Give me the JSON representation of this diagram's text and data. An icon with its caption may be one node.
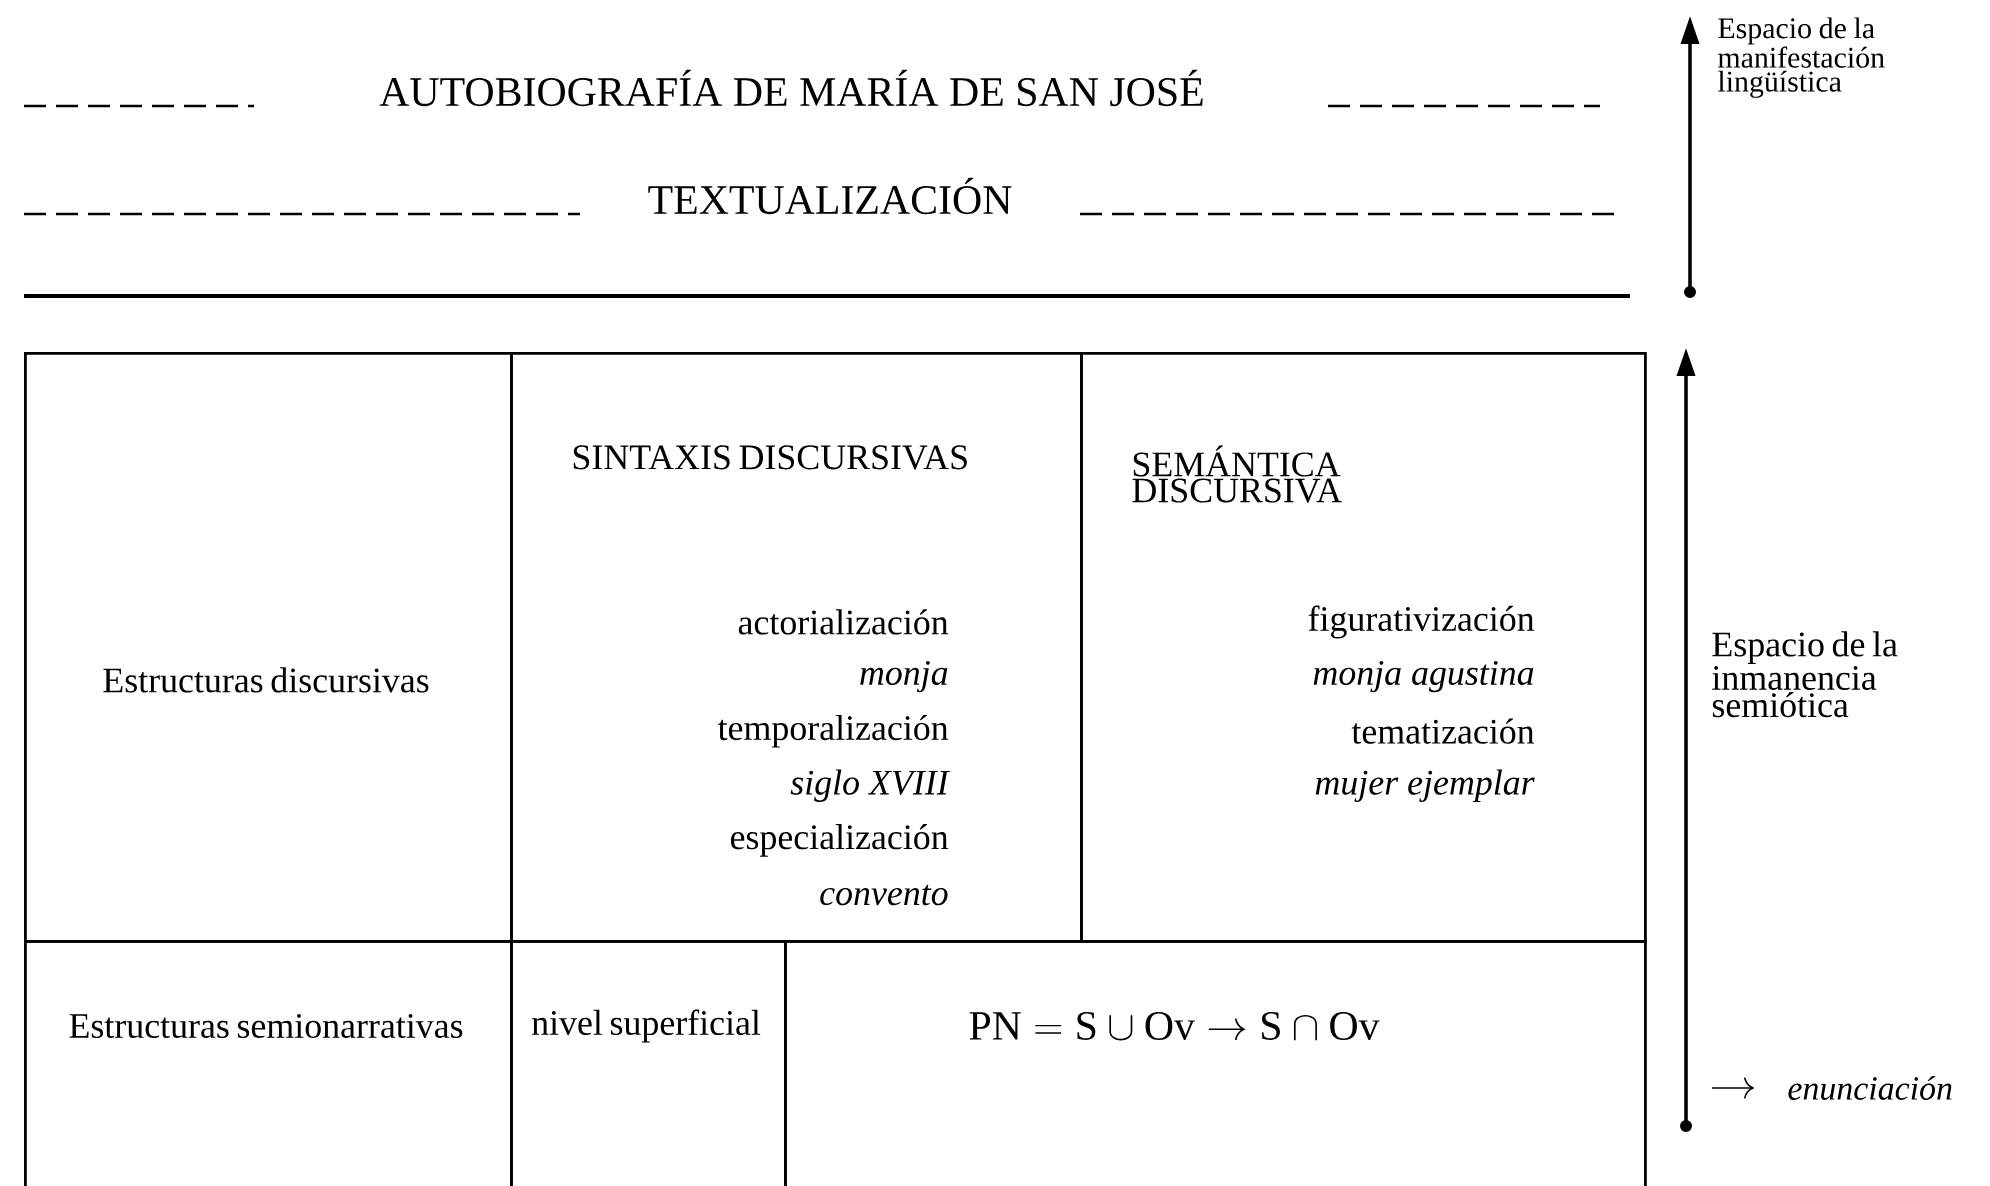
{
  "diagram": {
    "nodes": [
      {
        "text": [
          "Estructuras discursivas"
        ]
      },
      {
        "text": [
          "SINTAXIS DISCURSIVAS",
          "actorialización",
          "monja",
          "temporalización",
          "siglo XVIII",
          "especialización",
          "convento"
        ]
      },
      {
        "text": [
          "SEMÁNTICA DISCURSIVA",
          "figurativización",
          "monja agustina",
          "tematización",
          "mujer ejemplar"
        ]
      },
      {
        "text": [
          "Estructuras semionarrativas"
        ]
      },
      {
        "text": [
          "nivel superficial"
        ]
      },
      {
        "text": [
          "\\mathrm{PN} = \\mathrm{S} \\cup \\mathrm{Ov} \\rightarrow \\mathrm{S} \\cap \\mathrm{Ov}"
        ]
      }
    ],
    "labels": [
      "AUTOBIOGRAFÍA DE MARÍA DE SAN JOSÉ",
      "TEXTUALIZACIÓN",
      "Espacio de la manifestación lingüística",
      "Espacio de la inmanencia semiótica",
      "enunciación"
    ]
  }
}
